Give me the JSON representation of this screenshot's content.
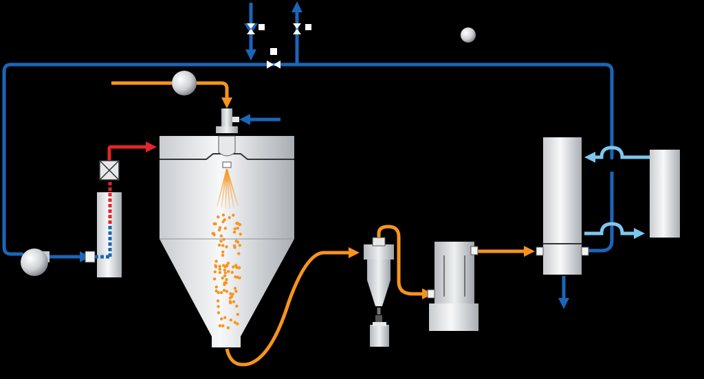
{
  "diagram": {
    "title": "",
    "colors": {
      "background": "#000000",
      "gas_loop": "#1a66b8",
      "feed": "#f7941d",
      "hot_gas": "#e3262c",
      "coolant": "#7cc7ee",
      "equipment_light": "#f2f3f4",
      "equipment_dark": "#a9aeb3"
    },
    "components": [
      {
        "id": "circulation-fan",
        "icon": "fan-blower"
      },
      {
        "id": "heater",
        "icon": "electric-heater"
      },
      {
        "id": "feed-pump",
        "icon": "pump"
      },
      {
        "id": "spray-nozzle",
        "icon": "atomizer-nozzle"
      },
      {
        "id": "drying-chamber",
        "icon": "spray-drying-chamber"
      },
      {
        "id": "cyclone",
        "icon": "cyclone-separator"
      },
      {
        "id": "collection-vessel",
        "icon": "product-collector"
      },
      {
        "id": "bag-filter",
        "icon": "filter-housing"
      },
      {
        "id": "condenser",
        "icon": "condenser-column"
      },
      {
        "id": "chiller",
        "icon": "refrigeration-unit"
      },
      {
        "id": "inlet-valve",
        "icon": "valve"
      },
      {
        "id": "vent-valve",
        "icon": "valve"
      },
      {
        "id": "loop-valve",
        "icon": "valve"
      },
      {
        "id": "oxygen-sensor",
        "icon": "sensor-ball"
      }
    ]
  }
}
